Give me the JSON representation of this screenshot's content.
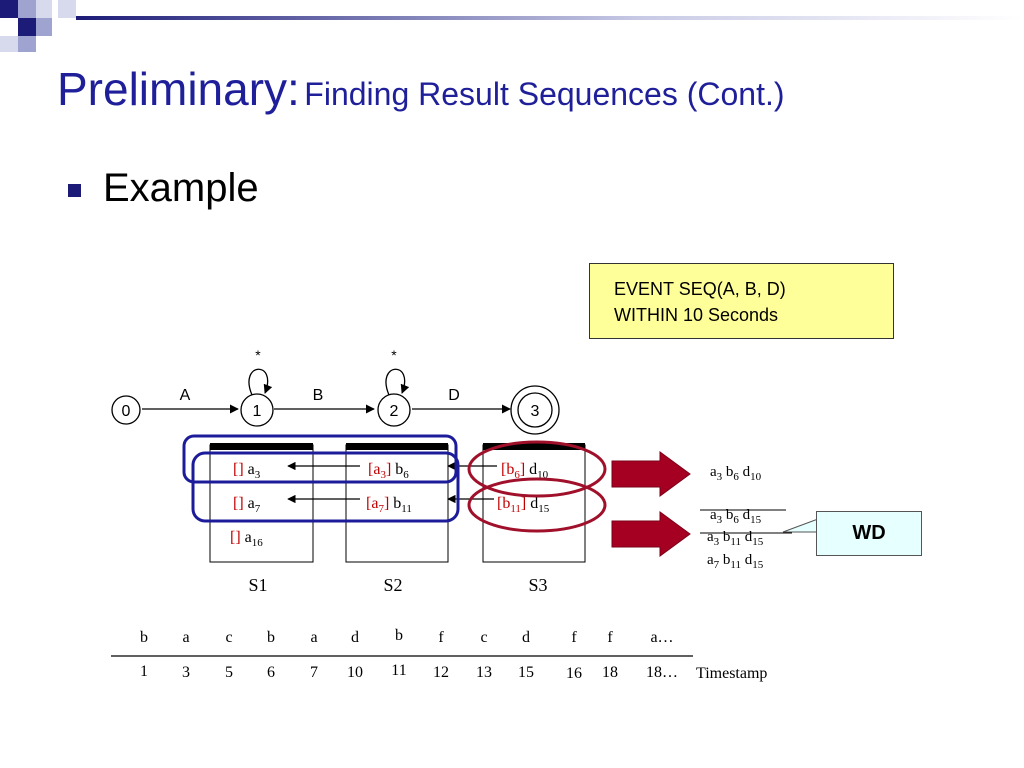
{
  "slide": {
    "title_main": "Preliminary:",
    "title_sub": "Finding Result Sequences (Cont.)",
    "bullet": "Example"
  },
  "query": {
    "line1": "EVENT  SEQ(A, B, D)",
    "line2": "WITHIN 10 Seconds"
  },
  "automaton": {
    "states": [
      "0",
      "1",
      "2",
      "3"
    ],
    "edges": [
      "A",
      "B",
      "D"
    ],
    "self_loops": [
      "*",
      "*"
    ]
  },
  "stacks": {
    "labels": [
      "S1",
      "S2",
      "S3"
    ],
    "s1": [
      {
        "ptr": "[]",
        "ev": "a",
        "sub": "3"
      },
      {
        "ptr": "[]",
        "ev": "a",
        "sub": "7"
      },
      {
        "ptr": "[]",
        "ev": "a",
        "sub": "16"
      }
    ],
    "s2": [
      {
        "ptr": "[a",
        "psub": "3",
        "pend": "]",
        "ev": "b",
        "sub": "6"
      },
      {
        "ptr": "[a",
        "psub": "7",
        "pend": "]",
        "ev": "b",
        "sub": "11"
      }
    ],
    "s3": [
      {
        "ptr": "[b",
        "psub": "6",
        "pend": "]",
        "ev": "d",
        "sub": "10"
      },
      {
        "ptr": "[b",
        "psub": "11",
        "pend": "]",
        "ev": "d",
        "sub": "15"
      }
    ]
  },
  "results": {
    "r1": [
      {
        "t": "a",
        "s": "3"
      },
      {
        "t": "b",
        "s": "6"
      },
      {
        "t": "d",
        "s": "10"
      }
    ],
    "r2": [
      {
        "t": "a",
        "s": "3"
      },
      {
        "t": "b",
        "s": "6"
      },
      {
        "t": "d",
        "s": "15"
      }
    ],
    "r3": [
      {
        "t": "a",
        "s": "3"
      },
      {
        "t": "b",
        "s": "11"
      },
      {
        "t": "d",
        "s": "15"
      }
    ],
    "r4": [
      {
        "t": "a",
        "s": "7"
      },
      {
        "t": "b",
        "s": "11"
      },
      {
        "t": "d",
        "s": "15"
      }
    ],
    "wd": "WD"
  },
  "timeline": {
    "events": [
      "b",
      "a",
      "c",
      "b",
      "a",
      "d",
      "b",
      "f",
      "c",
      "d",
      "f",
      "f",
      "a…"
    ],
    "timestamps": [
      "1",
      "3",
      "5",
      "6",
      "7",
      "10",
      "11",
      "12",
      "13",
      "15",
      "16",
      "18",
      "18…"
    ],
    "axis_label": "Timestamp"
  },
  "colors": {
    "title": "#1f1f9a",
    "pointer_red": "#c00000",
    "arrow_fill": "#a50021",
    "oval_red": "#a0102a",
    "rounded_blue": "#1c1c9a",
    "query_bg": "#ffff99",
    "wd_bg": "#e6ffff"
  }
}
